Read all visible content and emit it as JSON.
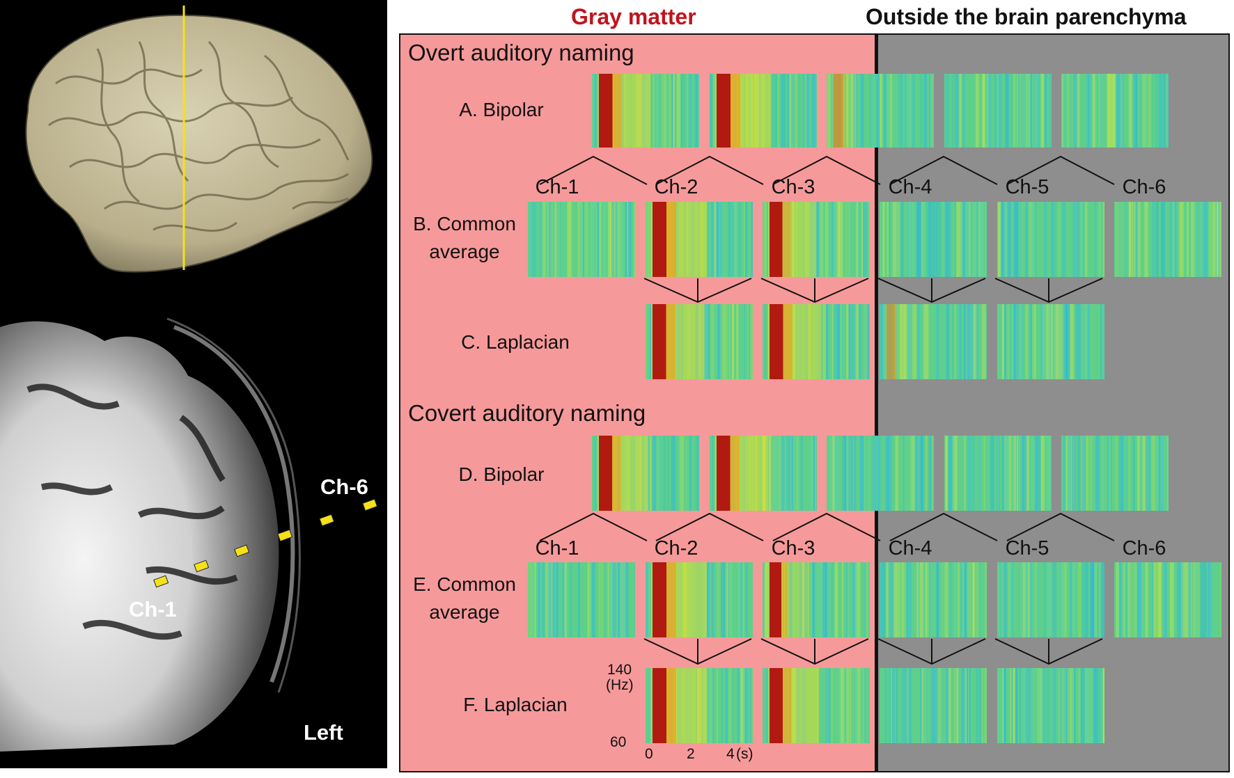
{
  "zones": {
    "gray_matter_title": "Gray matter",
    "outside_title": "Outside the brain parenchyma",
    "gray_color": "#f6999a",
    "outside_color": "#8e8e8e",
    "title_red": "#c0141c"
  },
  "left_panel": {
    "ch1_label": "Ch-1",
    "ch6_label": "Ch-6",
    "side_label": "Left",
    "electrode_color": "#f5e11b"
  },
  "sections": {
    "overt": "Overt auditory naming",
    "covert": "Covert auditory naming"
  },
  "rows": {
    "A": "A. Bipolar",
    "B_line1": "B. Common",
    "B_line2": "average",
    "C": "C. Laplacian",
    "D": "D. Bipolar",
    "E_line1": "E. Common",
    "E_line2": "average",
    "F": "F. Laplacian"
  },
  "channels": [
    "Ch-1",
    "Ch-2",
    "Ch-3",
    "Ch-4",
    "Ch-5",
    "Ch-6"
  ],
  "axis": {
    "freq_top": "140",
    "freq_unit": "(Hz)",
    "freq_bottom": "60",
    "t0": "0",
    "t2": "2",
    "t4": "4",
    "t_unit": "(s)"
  },
  "tiles": {
    "A": [
      0.95,
      1.0,
      0.35,
      0.0,
      0.0
    ],
    "B": [
      0.0,
      1.0,
      0.85,
      0.0,
      0.0,
      0.0
    ],
    "C": [
      0.95,
      0.95,
      0.25,
      0.0
    ],
    "D": [
      0.9,
      0.95,
      0.0,
      0.0,
      0.0
    ],
    "E": [
      0.0,
      1.0,
      0.7,
      0.0,
      0.0,
      0.0
    ],
    "F": [
      1.0,
      0.9,
      0.0,
      0.0
    ]
  }
}
